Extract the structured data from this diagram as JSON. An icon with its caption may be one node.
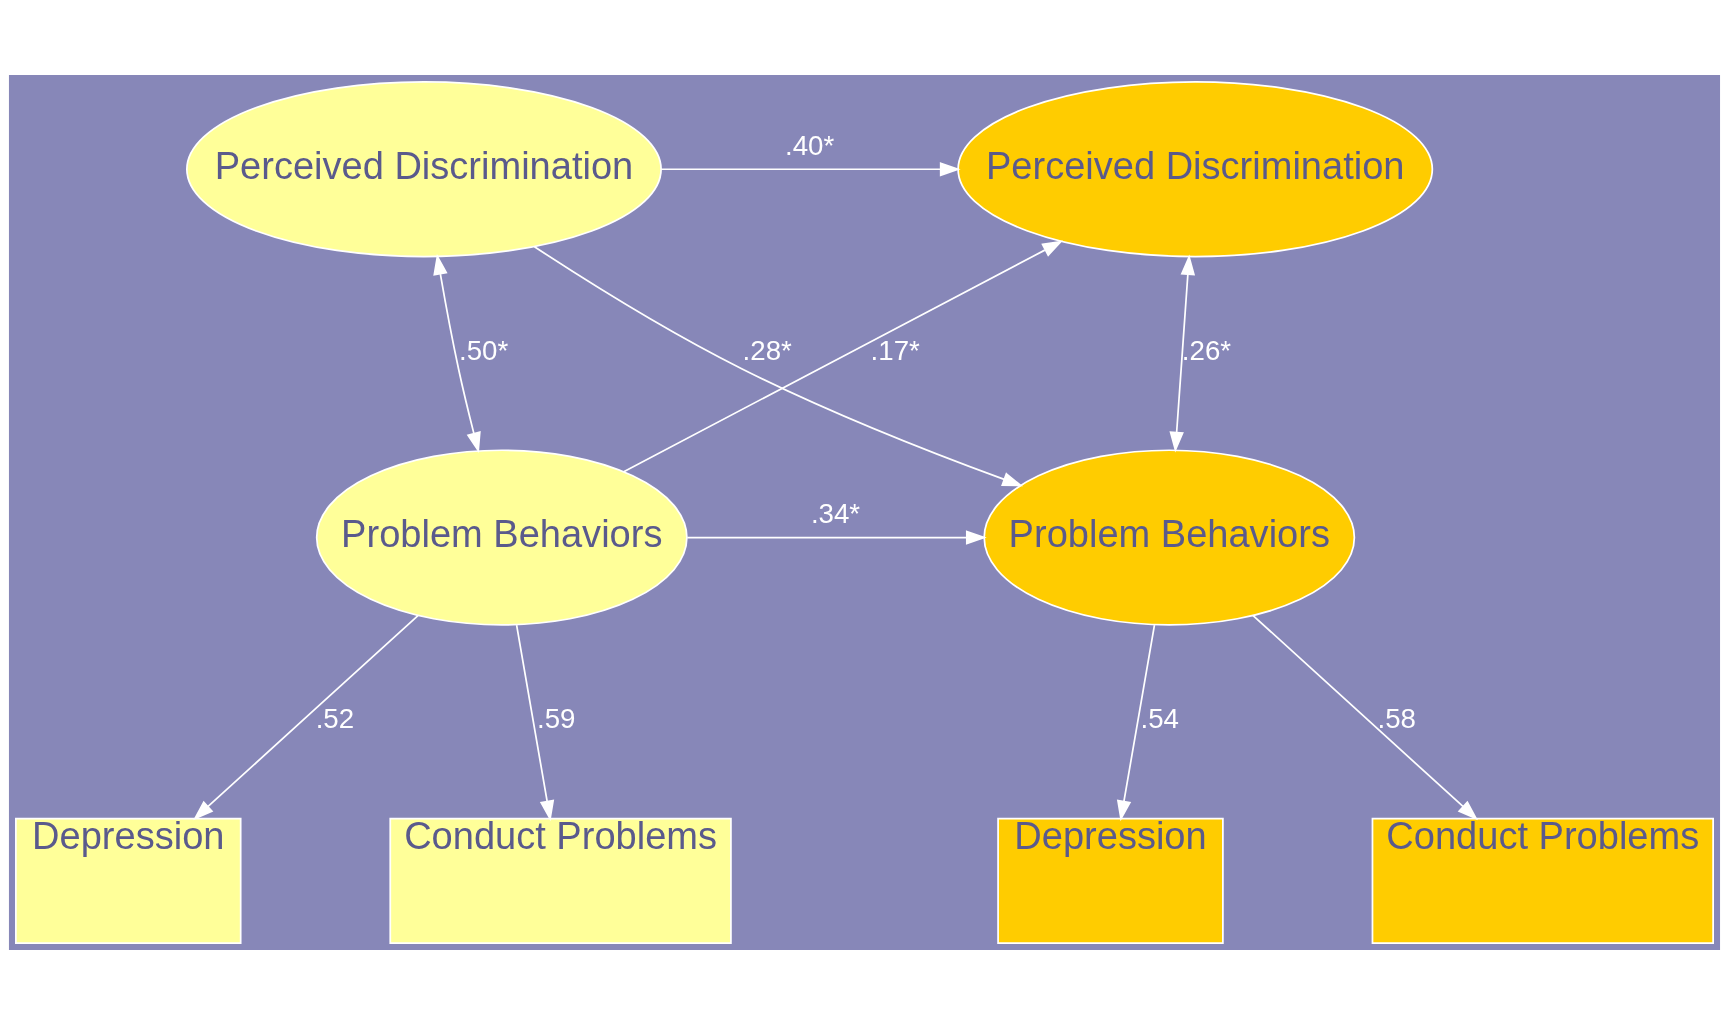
{
  "diagram": {
    "nodes": [
      {
        "text": [
          "Perceived Discrimination"
        ]
      },
      {
        "text": [
          "Perceived Discrimination"
        ]
      },
      {
        "text": [
          "Problem Behaviors"
        ]
      },
      {
        "text": [
          "Problem Behaviors"
        ]
      },
      {
        "text": [
          "Depression"
        ]
      },
      {
        "text": [
          "Conduct Problems"
        ]
      },
      {
        "text": [
          "Depression"
        ]
      },
      {
        "text": [
          "Conduct Problems"
        ]
      }
    ],
    "edges": [
      {
        "from": 0,
        "to": 1,
        "arrow": "to",
        "label": ".40*"
      },
      {
        "from": 0,
        "to": 3,
        "arrow": "to",
        "label": ".28*"
      },
      {
        "from": 2,
        "to": 1,
        "arrow": "to",
        "label": ".17*"
      },
      {
        "from": 2,
        "to": 3,
        "arrow": "to",
        "label": ".34*"
      },
      {
        "from": 0,
        "to": 2,
        "arrow": "both",
        "label": ".50*"
      },
      {
        "from": 1,
        "to": 3,
        "arrow": "both",
        "label": ".26*"
      },
      {
        "from": 2,
        "to": 4,
        "arrow": "to",
        "label": ".52"
      },
      {
        "from": 2,
        "to": 5,
        "arrow": "to",
        "label": ".59"
      },
      {
        "from": 3,
        "to": 6,
        "arrow": "to",
        "label": ".54"
      },
      {
        "from": 3,
        "to": 7,
        "arrow": "to",
        "label": ".58"
      }
    ]
  }
}
